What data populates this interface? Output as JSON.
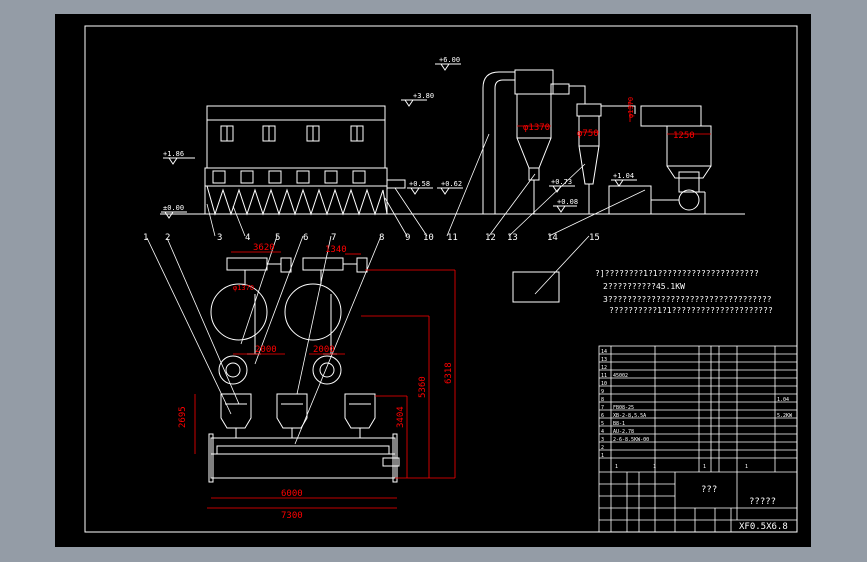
{
  "colors": {
    "window_bg": "#949ca6",
    "sheet": "#000000",
    "line": "#ffffff",
    "dim": "#ff0000",
    "lead": "#ffffff",
    "text": "#ffffff"
  },
  "elevations": {
    "e600": "+6.00",
    "e380": "+3.80",
    "e186": "+1.86",
    "e000": "±0.00",
    "e058": "+0.58",
    "e062": "+0.62",
    "e073": "+0.73",
    "e104": "+1.04",
    "e008": "+0.08"
  },
  "leaders": [
    "1",
    "2",
    "3",
    "4",
    "5",
    "6",
    "7",
    "8",
    "9",
    "10",
    "11",
    "12",
    "13",
    "14",
    "15"
  ],
  "dims": {
    "d1370": "φ1370",
    "d750": "φ750",
    "d1250": "1250",
    "d3620": "3620",
    "d1340": "1340",
    "d6000": "6000",
    "d7300": "7300",
    "d2000a": "2000",
    "d2000b": "2000",
    "d2695": "2695",
    "d3404": "3404",
    "d5360": "5360",
    "d6318": "6318",
    "phi_a": "φ1370",
    "phi_b": "φ1370"
  },
  "notes": [
    "?]????????1?1?????????????????????",
    "2??????????45.1KW",
    "3??????????????????????????????????",
    "??????????1?1?????????????????????"
  ],
  "titleblock": {
    "title_a": "???",
    "title_b": "?????",
    "drawing_no": "XF0.5X6.8",
    "r1": "14",
    "r2": "13",
    "r3": "12",
    "r4": "11",
    "r5": "10",
    "r6": "9",
    "r7": "8",
    "r8": "7",
    "r9": "6",
    "r10": "5",
    "r11": "4",
    "r12": "3",
    "r13": "2",
    "r14": "1",
    "q1": "1",
    "q2": "1",
    "q3": "1",
    "q4": "1",
    "code_a": "45002",
    "code_b": "FB08-25",
    "code_c": "XB-2-8,5.5A",
    "code_d": "B8-1",
    "code_e": "AU-2.78",
    "code_f": "2-6-8.5KW-00",
    "amt_a": "1.04",
    "amt_b": "5.2KW"
  }
}
